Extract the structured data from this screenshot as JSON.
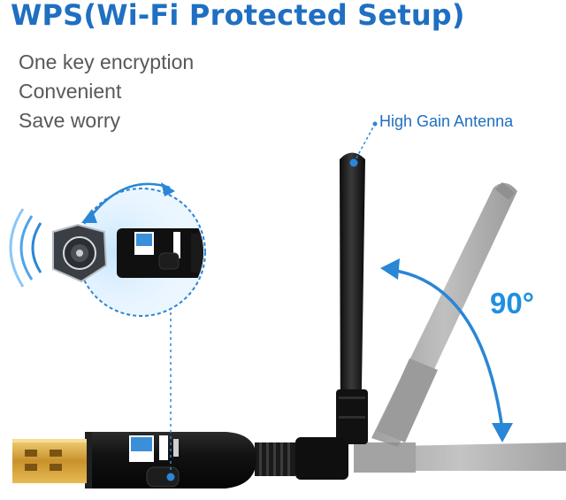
{
  "title": "WPS(Wi-Fi Protected Setup)",
  "features": [
    "One key encryption",
    "Convenient",
    "Save worry"
  ],
  "callout": {
    "antenna": "High Gain Antenna",
    "rotation": "90°"
  },
  "colors": {
    "accent_blue": "#1f6fc2",
    "arrow_blue": "#2a86d6",
    "dongle_black": "#141414",
    "usb_gold": "#d9a43a",
    "ghost_gray": "#9c9c9c"
  },
  "icons": [
    "wifi-signal-icon",
    "wps-button-icon",
    "rotate-arrow-icon"
  ]
}
